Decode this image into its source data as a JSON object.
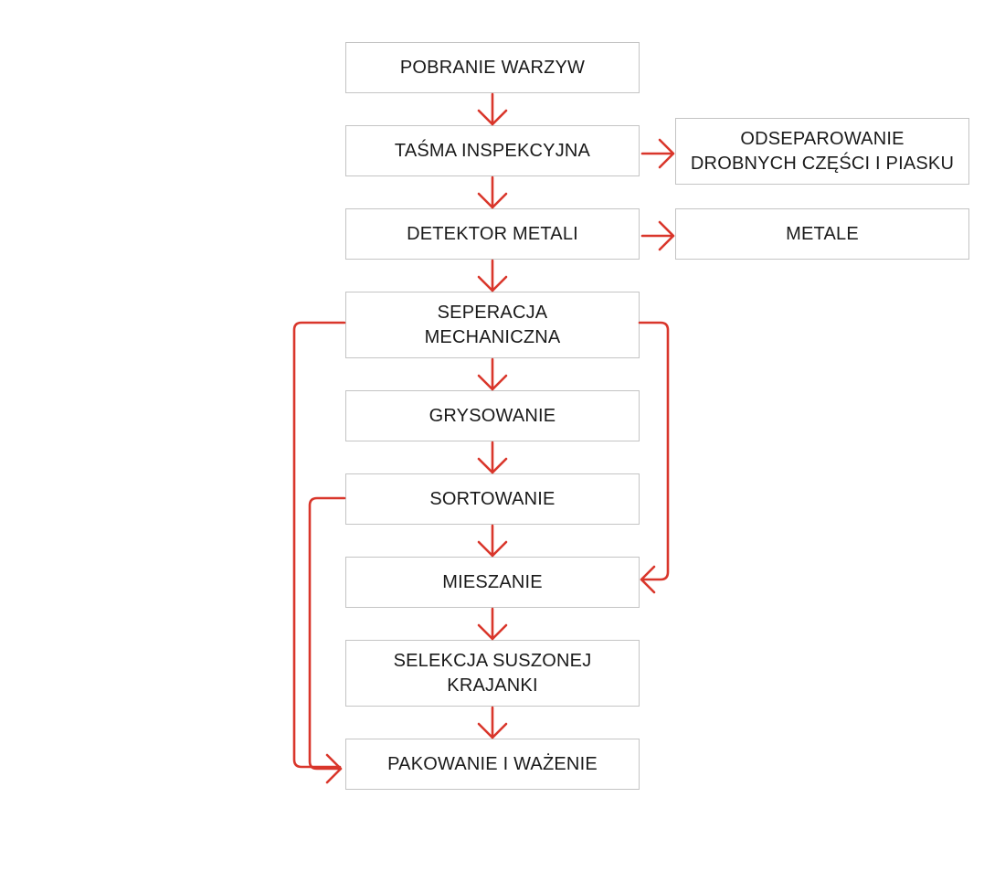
{
  "diagram": {
    "type": "process-flowchart",
    "arrow_color": "#d9362b",
    "box_border_color": "#c4c4c4",
    "steps": [
      {
        "id": "pobranie",
        "label": "POBRANIE WARZYW"
      },
      {
        "id": "tasma",
        "label": "TAŚMA INSPEKCYJNA"
      },
      {
        "id": "detektor",
        "label": "DETEKTOR METALI"
      },
      {
        "id": "separacja",
        "label_line1": "SEPERACJA",
        "label_line2": "MECHANICZNA"
      },
      {
        "id": "grysowanie",
        "label": "GRYSOWANIE"
      },
      {
        "id": "sortowanie",
        "label": "SORTOWANIE"
      },
      {
        "id": "mieszanie",
        "label": "MIESZANIE"
      },
      {
        "id": "selekcja",
        "label_line1": "SELEKCJA SUSZONEJ",
        "label_line2": "KRAJANKI"
      },
      {
        "id": "pakowanie",
        "label": "PAKOWANIE I WAŻENIE"
      }
    ],
    "outputs": [
      {
        "id": "odseparowanie",
        "label_line1": "ODSEPAROWANIE",
        "label_line2": "DROBNYCH CZĘŚCI I PIASKU"
      },
      {
        "id": "metale",
        "label": "METALE"
      }
    ],
    "connections": [
      {
        "from": "pobranie",
        "to": "tasma"
      },
      {
        "from": "tasma",
        "to": "detektor"
      },
      {
        "from": "tasma",
        "to": "odseparowanie"
      },
      {
        "from": "detektor",
        "to": "metale"
      },
      {
        "from": "detektor",
        "to": "separacja"
      },
      {
        "from": "separacja",
        "to": "grysowanie"
      },
      {
        "from": "separacja",
        "to": "mieszanie"
      },
      {
        "from": "separacja",
        "to": "pakowanie"
      },
      {
        "from": "grysowanie",
        "to": "sortowanie"
      },
      {
        "from": "sortowanie",
        "to": "mieszanie"
      },
      {
        "from": "sortowanie",
        "to": "pakowanie"
      },
      {
        "from": "mieszanie",
        "to": "selekcja"
      },
      {
        "from": "selekcja",
        "to": "pakowanie"
      }
    ]
  }
}
